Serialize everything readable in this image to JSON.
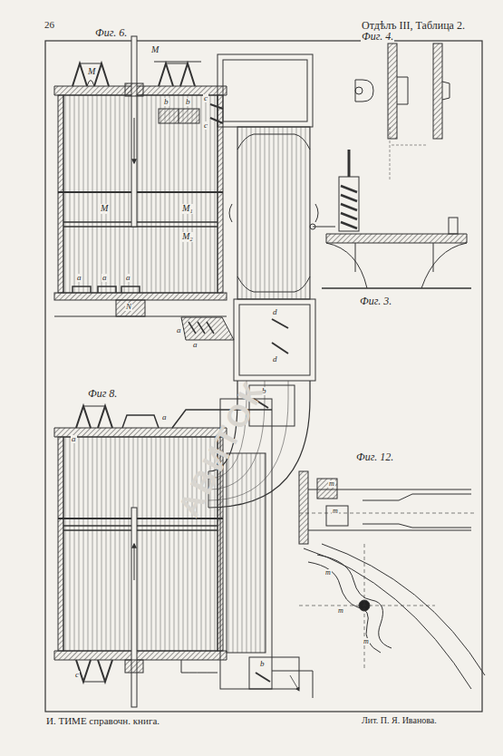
{
  "diagram": {
    "title": "Отдѣлъ III, Таблица 2.",
    "labels": [
      "26",
      "Фиг. 6.",
      "M",
      "M",
      "c",
      "c",
      "b",
      "b",
      "M",
      "M₁",
      "M₂",
      "a",
      "a",
      "a",
      "N",
      "a",
      "a",
      "d",
      "d",
      "Фиг. 4.",
      "Фиг. 3.",
      "Фиг 8.",
      "a",
      "a",
      "b",
      "b",
      "c",
      "Фиг. 12.",
      "m",
      "m",
      "m",
      "m",
      "m",
      "И. ТИМЕ справочн. книга.",
      "Лит. П. Я. Иванова.",
      "АВИТОК"
    ]
  }
}
